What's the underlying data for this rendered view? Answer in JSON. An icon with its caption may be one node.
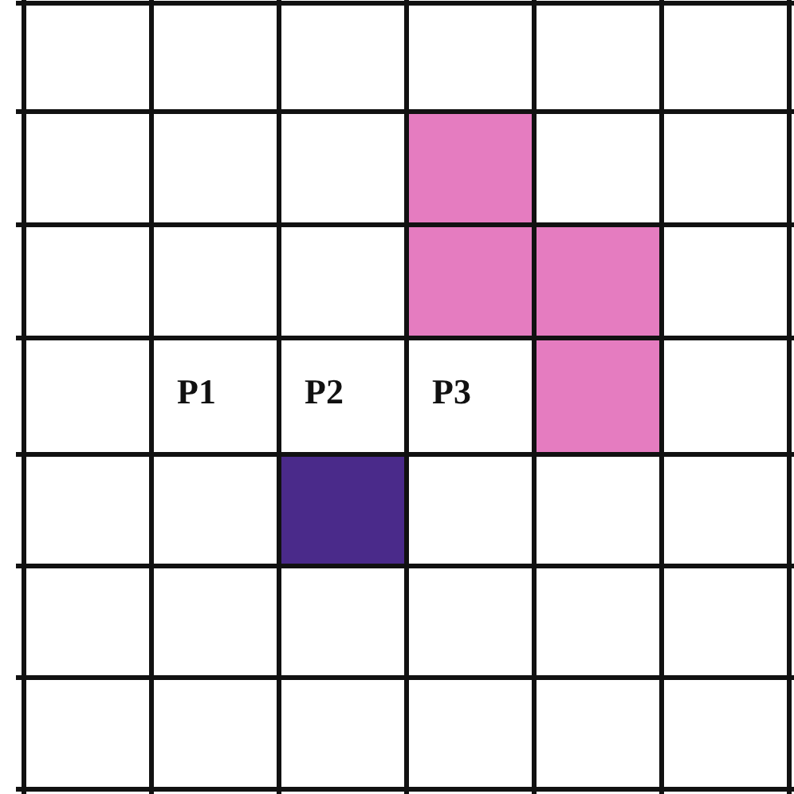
{
  "diagram": {
    "labels": [
      "P1",
      "P2",
      "P3"
    ]
  }
}
